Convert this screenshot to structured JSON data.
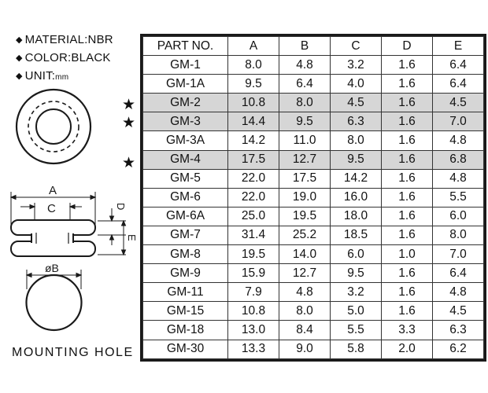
{
  "specs": {
    "bullet": "◆",
    "material": "MATERIAL:NBR",
    "color": "COLOR:BLACK",
    "unit_label": "UNIT:",
    "unit_value": "mm"
  },
  "diagram": {
    "label_a": "A",
    "label_c": "C",
    "label_d": "D",
    "label_e": "E",
    "label_b": "øB",
    "mounting_hole": "MOUNTING HOLE"
  },
  "star_glyph": "★",
  "table": {
    "headers": [
      "PART NO.",
      "A",
      "B",
      "C",
      "D",
      "E"
    ],
    "rows": [
      {
        "part": "GM-1",
        "a": "8.0",
        "b": "4.8",
        "c": "3.2",
        "d": "1.6",
        "e": "6.4",
        "starred": false
      },
      {
        "part": "GM-1A",
        "a": "9.5",
        "b": "6.4",
        "c": "4.0",
        "d": "1.6",
        "e": "6.4",
        "starred": false
      },
      {
        "part": "GM-2",
        "a": "10.8",
        "b": "8.0",
        "c": "4.5",
        "d": "1.6",
        "e": "4.5",
        "starred": true
      },
      {
        "part": "GM-3",
        "a": "14.4",
        "b": "9.5",
        "c": "6.3",
        "d": "1.6",
        "e": "7.0",
        "starred": true
      },
      {
        "part": "GM-3A",
        "a": "14.2",
        "b": "11.0",
        "c": "8.0",
        "d": "1.6",
        "e": "4.8",
        "starred": false
      },
      {
        "part": "GM-4",
        "a": "17.5",
        "b": "12.7",
        "c": "9.5",
        "d": "1.6",
        "e": "6.8",
        "starred": true
      },
      {
        "part": "GM-5",
        "a": "22.0",
        "b": "17.5",
        "c": "14.2",
        "d": "1.6",
        "e": "4.8",
        "starred": false
      },
      {
        "part": "GM-6",
        "a": "22.0",
        "b": "19.0",
        "c": "16.0",
        "d": "1.6",
        "e": "5.5",
        "starred": false
      },
      {
        "part": "GM-6A",
        "a": "25.0",
        "b": "19.5",
        "c": "18.0",
        "d": "1.6",
        "e": "6.0",
        "starred": false
      },
      {
        "part": "GM-7",
        "a": "31.4",
        "b": "25.2",
        "c": "18.5",
        "d": "1.6",
        "e": "8.0",
        "starred": false
      },
      {
        "part": "GM-8",
        "a": "19.5",
        "b": "14.0",
        "c": "6.0",
        "d": "1.0",
        "e": "7.0",
        "starred": false
      },
      {
        "part": "GM-9",
        "a": "15.9",
        "b": "12.7",
        "c": "9.5",
        "d": "1.6",
        "e": "6.4",
        "starred": false
      },
      {
        "part": "GM-11",
        "a": "7.9",
        "b": "4.8",
        "c": "3.2",
        "d": "1.6",
        "e": "4.8",
        "starred": false
      },
      {
        "part": "GM-15",
        "a": "10.8",
        "b": "8.0",
        "c": "5.0",
        "d": "1.6",
        "e": "4.5",
        "starred": false
      },
      {
        "part": "GM-18",
        "a": "13.0",
        "b": "8.4",
        "c": "5.5",
        "d": "3.3",
        "e": "6.3",
        "starred": false
      },
      {
        "part": "GM-30",
        "a": "13.3",
        "b": "9.0",
        "c": "5.8",
        "d": "2.0",
        "e": "6.2",
        "starred": false
      }
    ]
  }
}
